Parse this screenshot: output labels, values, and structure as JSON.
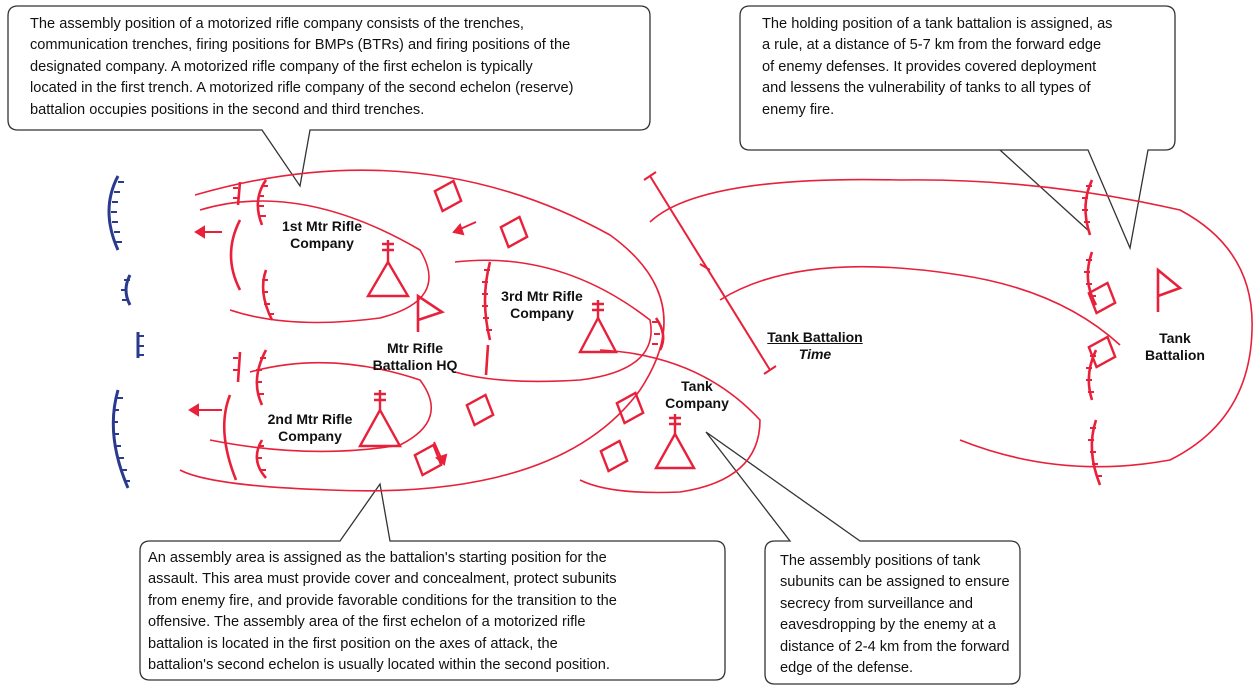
{
  "callouts": {
    "top_left": "The assembly position of a motorized rifle company consists of the trenches,\ncommunication trenches, firing positions for BMPs (BTRs) and firing positions of the\ndesignated company. A motorized rifle company of the first echelon is typically\nlocated in the first trench. A motorized rifle company of the second echelon (reserve)\nbattalion occupies positions in the second and third trenches.",
    "top_right": "The holding position of a tank battalion is assigned, as\na rule, at a distance of 5-7 km from the forward edge\nof enemy defenses. It provides covered deployment\nand lessens the vulnerability of tanks to all types of\nenemy fire.",
    "bottom_left": "An assembly area is assigned as the battalion's starting position for the\nassault. This area must provide cover and concealment, protect subunits\nfrom enemy fire, and provide favorable conditions for the transition to the\noffensive. The assembly area of the first echelon of a motorized rifle\nbattalion is located in the first position on the axes of attack, the\nbattalion's second echelon is  usually located within the second position.",
    "bottom_right": "The assembly positions of tank\nsubunits can be assigned to ensure\nsecrecy from surveillance and\neavesdropping by the enemy at a\ndistance of 2-4 km from the forward\nedge of the defense."
  },
  "labels": {
    "company_1": "1st Mtr Rifle\nCompany",
    "company_2": "2nd Mtr Rifle\nCompany",
    "company_3": "3rd Mtr Rifle\nCompany",
    "battalion_hq": "Mtr Rifle\nBattalion HQ",
    "tank_company": "Tank\nCompany",
    "tank_battalion_time_title": "Tank Battalion",
    "tank_battalion_time_sub": "Time",
    "tank_battalion": "Tank\nBattalion"
  },
  "colors": {
    "friendly": "#e8203a",
    "enemy": "#2a3a8c",
    "callout_border": "#333333"
  }
}
